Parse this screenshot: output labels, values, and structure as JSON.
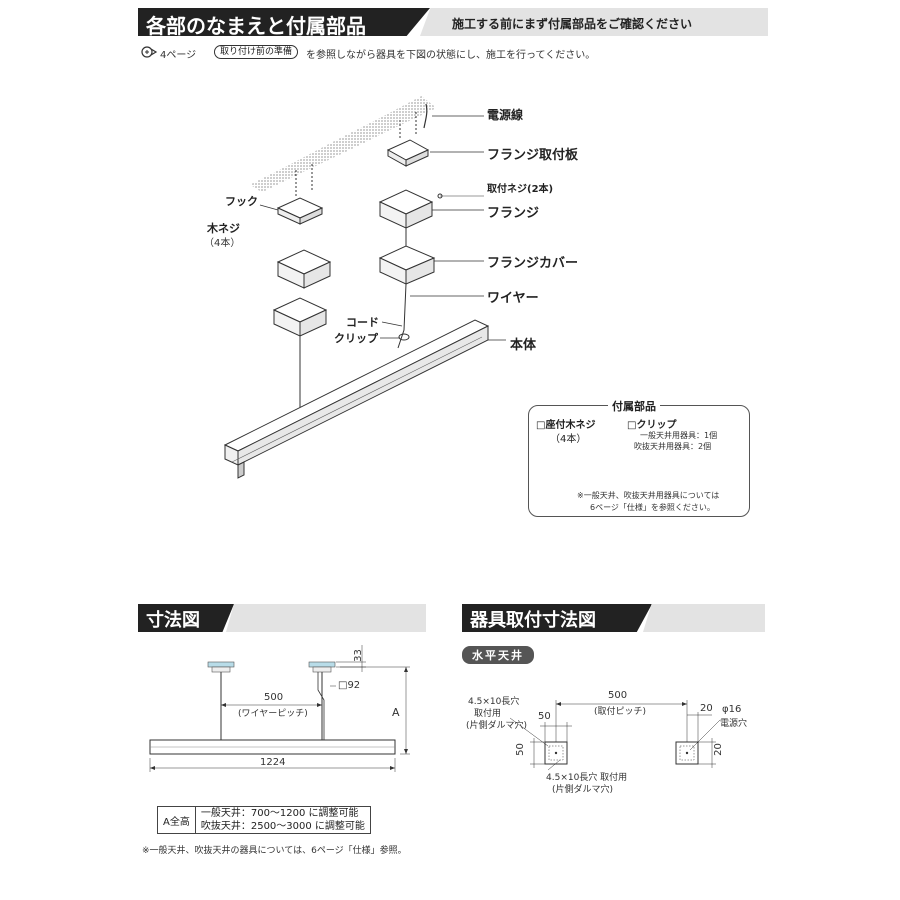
{
  "header": {
    "title": "各部のなまえと付属部品",
    "subtitle": "施工する前にまず付属部品をご確認ください"
  },
  "intro": {
    "page_ref": "4ページ",
    "pill": "取り付け前の準備",
    "text": "を参照しながら器具を下図の状態にし、施工を行ってください。"
  },
  "parts": {
    "power_wire": "電源線",
    "flange_plate": "フランジ取付板",
    "mount_screw": "取付ネジ(2本)",
    "flange": "フランジ",
    "hook": "フック",
    "wood_screw": "木ネジ",
    "wood_screw_qty": "（4本）",
    "flange_cover": "フランジカバー",
    "wire": "ワイヤー",
    "cord": "コード",
    "clip": "クリップ",
    "body": "本体"
  },
  "accessories": {
    "title": "付属部品",
    "item1_label": "□座付木ネジ",
    "item1_qty": "（4本）",
    "item2_label": "□クリップ",
    "item2_line1": "一般天井用器具：1個",
    "item2_line2": "吹抜天井用器具：2個",
    "note1": "※一般天井、吹抜天井用器具については",
    "note2": "6ページ「仕様」を参照ください。"
  },
  "dim_section": {
    "title": "寸法図",
    "d33": "33",
    "d92": "□92",
    "d500": "500",
    "wire_pitch": "(ワイヤーピッチ)",
    "dA": "A",
    "d1224": "1224",
    "table": {
      "label": "A全高",
      "row1": "一般天井：700～1200 に調整可能",
      "row2": "吹抜天井：2500～3000 に調整可能"
    },
    "footnote": "※一般天井、吹抜天井の器具については、6ページ「仕様」参照。"
  },
  "mount_section": {
    "title": "器具取付寸法図",
    "chip": "水平天井",
    "hole_label1": "4.5×10長穴",
    "hole_label2": "取付用",
    "hole_label3": "(片側ダルマ穴)",
    "d500": "500",
    "pitch": "(取付ピッチ)",
    "d50a": "50",
    "d50b": "50",
    "d20a": "20",
    "d20b": "20",
    "phi16": "φ16",
    "power_hole": "電源穴",
    "bottom_label1": "4.5×10長穴 取付用",
    "bottom_label2": "(片側ダルマ穴)"
  }
}
